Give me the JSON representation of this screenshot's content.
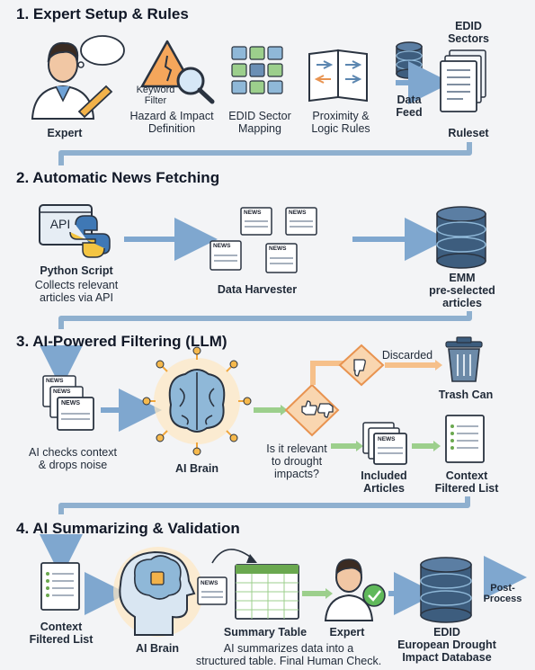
{
  "sections": {
    "s1": {
      "title": "1. Expert Setup & Rules",
      "expert": "Expert",
      "keyword_filter": "Keyword\nFilter",
      "hazard": "Hazard & Impact\nDefinition",
      "edid_sector_mapping": "EDID Sector\nMapping",
      "proximity": "Proximity &\nLogic Rules",
      "data_feed": "Data\nFeed",
      "edid_sectors": "EDID\nSectors",
      "ruleset": "Ruleset"
    },
    "s2": {
      "title": "2. Automatic News Fetching",
      "api": "API",
      "python_script": "Python Script",
      "python_desc": "Collects relevant\narticles via API",
      "data_harvester": "Data Harvester",
      "emm": "EMM\npre-selected\narticles",
      "news_tag": "NEWS"
    },
    "s3": {
      "title": "3. AI-Powered Filtering (LLM)",
      "ai_checks": "AI checks context\n& drops noise",
      "ai_brain": "AI Brain",
      "discarded": "Discarded",
      "trash": "Trash Can",
      "question": "Is it relevant\nto drought\nimpacts?",
      "included": "Included\nArticles",
      "context_filtered": "Context\nFiltered List"
    },
    "s4": {
      "title": "4. AI Summarizing & Validation",
      "context_filtered": "Context\nFiltered List",
      "ai_brain": "AI Brain",
      "summary_table": "Summary Table",
      "expert": "Expert",
      "summary_desc": "AI summarizes data into a\nstructured table. Final Human Check.",
      "edid_db": "EDID\nEuropean Drought\nImpact Database",
      "post_process": "Post-\nProcess"
    }
  },
  "colors": {
    "arrow_blue": "#7fa7cf",
    "arrow_green": "#9ccf8c",
    "orange": "#f6c08a",
    "brain_glow": "#f5b54a",
    "navy": "#3d5d7e"
  }
}
